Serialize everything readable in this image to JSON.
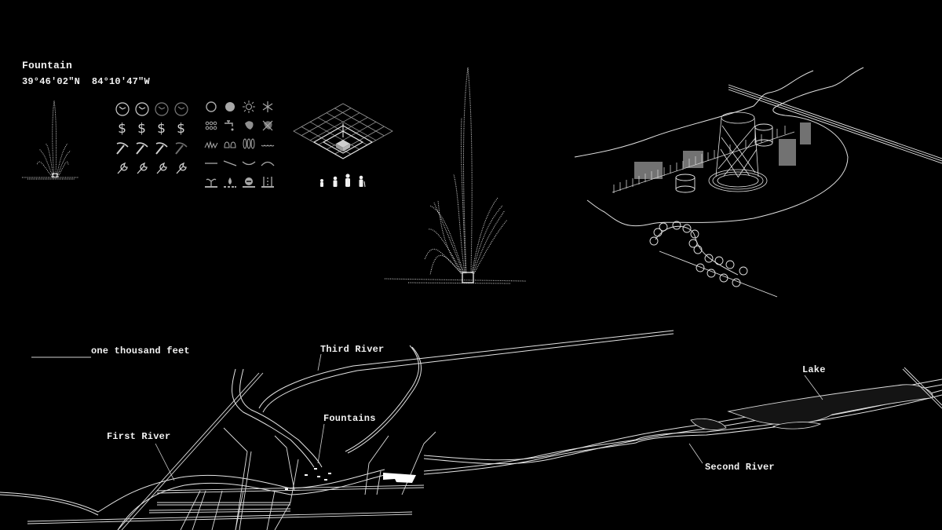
{
  "header": {
    "title": "Fountain",
    "latitude": "39°46′02″N",
    "longitude": "84°10′47″W"
  },
  "colors": {
    "background": "#000000",
    "line": "#e6e6e6",
    "dim_line": "#8a8a8a",
    "icon": "#bdbdbd",
    "icon_dim": "#6a6a6a",
    "water_fill": "#1a1a1a"
  },
  "icon_legend": {
    "left_grid": [
      [
        "clock-icon",
        "clock-icon",
        "clock-icon-dim",
        "clock-icon-dim"
      ],
      [
        "dollar-icon",
        "dollar-icon",
        "dollar-icon",
        "dollar-icon"
      ],
      [
        "pickaxe-icon",
        "pickaxe-icon",
        "pickaxe-icon",
        "pickaxe-icon-dim"
      ],
      [
        "wrench-icon",
        "wrench-icon",
        "wrench-icon",
        "wrench-icon"
      ]
    ],
    "right_grid": [
      [
        "empty-circle-icon",
        "filled-circle-icon",
        "sun-icon",
        "snowflake-icon"
      ],
      [
        "rain-drops-icon",
        "faucet-icon",
        "leaf-icon",
        "no-leaf-icon"
      ],
      [
        "grass-icon",
        "shrubs-icon",
        "trees-icon",
        "water-waves-icon"
      ],
      [
        "flat-terrain-icon",
        "slope-terrain-icon",
        "valley-terrain-icon",
        "hill-terrain-icon"
      ],
      [
        "sprout-icon",
        "water-drop-ground-icon",
        "drain-icon",
        "channel-icon"
      ]
    ],
    "dollar_symbol": "$"
  },
  "scale_figures": [
    "child-figure",
    "teen-figure",
    "adult-figure",
    "elder-figure"
  ],
  "map": {
    "scale_bar_label": "one thousand feet",
    "labels": {
      "first_river": "First River",
      "second_river": "Second River",
      "third_river": "Third River",
      "fountains": "Fountains",
      "lake": "Lake"
    }
  }
}
